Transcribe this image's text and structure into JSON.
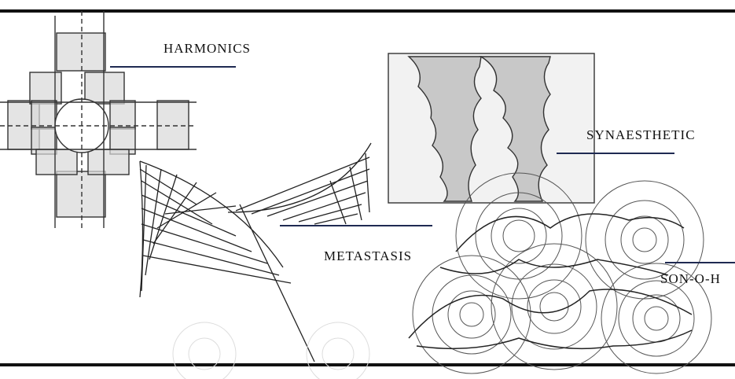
{
  "labels": {
    "harmonics": "HARMONICS",
    "synaesthetic": "SYNAESTHETIC",
    "metastasis": "METASTASIS",
    "son_o_house": "SON-O-H"
  },
  "colors": {
    "frame": "#111111",
    "leader_line": "#1f2a52",
    "sketch_stroke": "#333333",
    "sketch_fill": "#d9d9d9"
  }
}
